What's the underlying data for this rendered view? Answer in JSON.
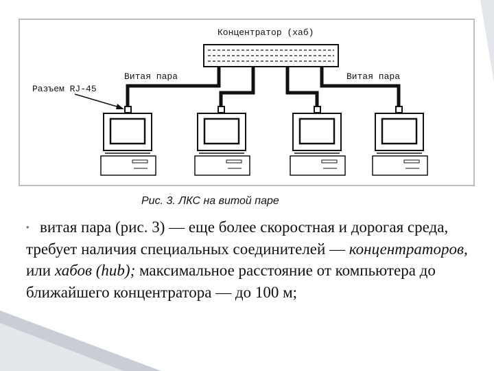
{
  "figure": {
    "hub_label": "Концентратор (хаб)",
    "cable_label_left": "Витая пара",
    "cable_label_right": "Витая пара",
    "connector_label": "Разъем RJ-45"
  },
  "caption": "Рис. 3. ЛКС на витой паре",
  "bullet": {
    "marker": "•",
    "text_1": "витая пара (рис. 3) — еще более скоростная и дорогая среда, требует наличия специальных соединителей — ",
    "italic_1": "концентраторов,",
    "text_2": " или ",
    "italic_2": "хабов (hub);",
    "text_3": " максимальное расстояние от компьютера до ближайшего концентратора — до 100 м;"
  }
}
